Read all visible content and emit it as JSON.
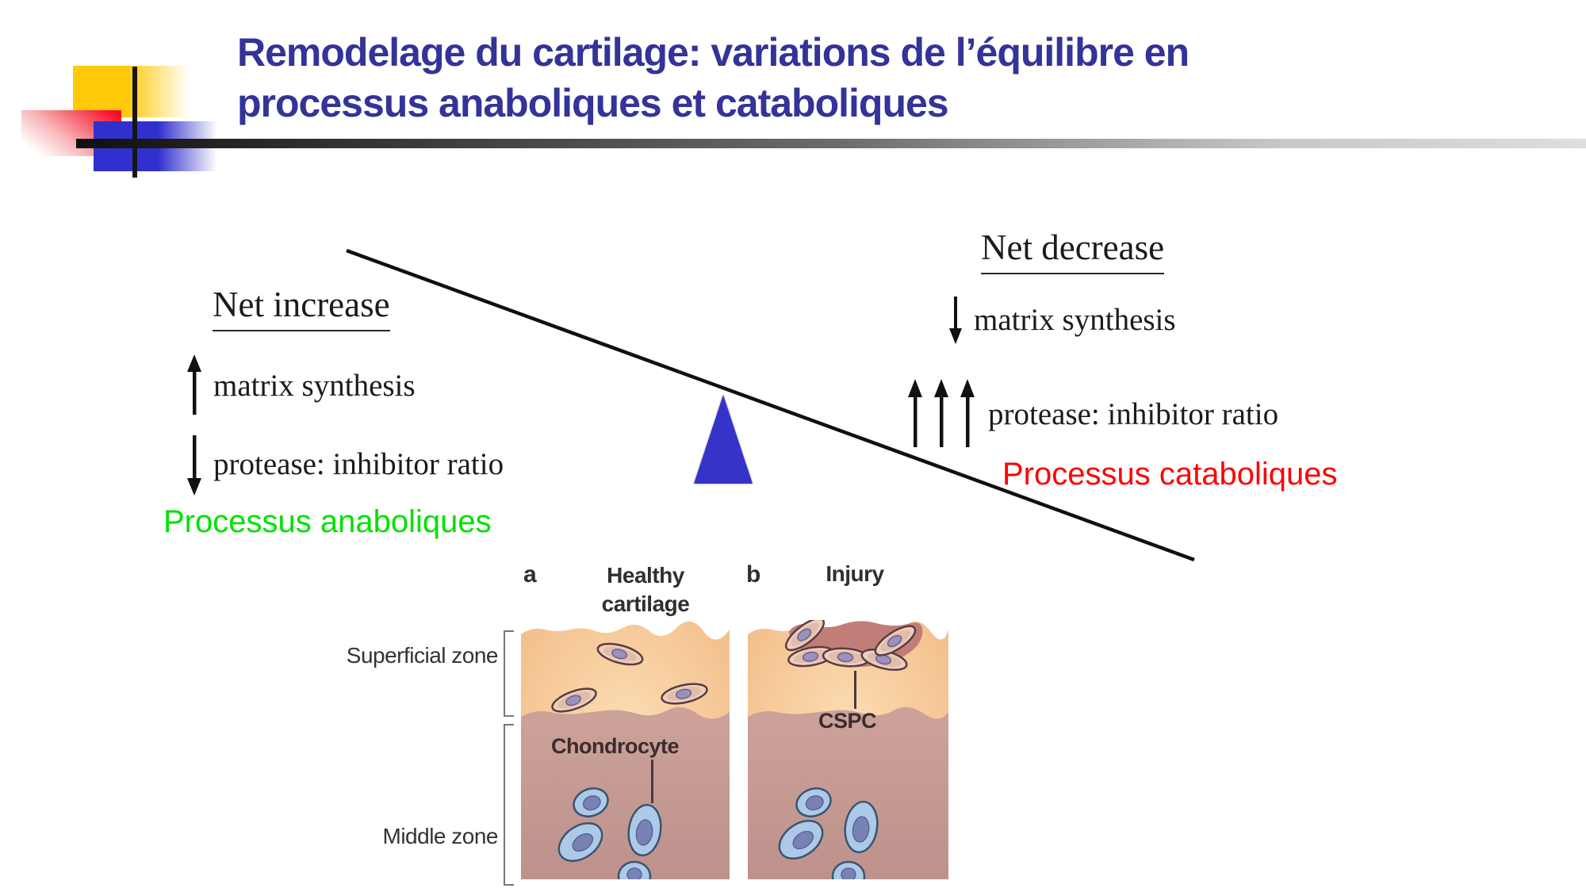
{
  "slide": {
    "title_lines": [
      "Remodelage du cartilage: variations de l’équilibre en",
      "processus anaboliques et cataboliques"
    ],
    "title_color": "#333399",
    "background": "#FFFFFF"
  },
  "balance": {
    "left": {
      "heading": "Net increase",
      "items": [
        {
          "icon": "up-arrow",
          "label": "matrix synthesis"
        },
        {
          "icon": "down-arrow",
          "label": "protease: inhibitor ratio"
        }
      ],
      "caption": "Processus anaboliques",
      "caption_color": "#00E100"
    },
    "right": {
      "heading": "Net decrease",
      "items": [
        {
          "icon": "down-arrow",
          "label": "matrix synthesis"
        },
        {
          "icon": "triple-up-arrow",
          "label": "protease: inhibitor ratio"
        }
      ],
      "caption": "Processus cataboliques",
      "caption_color": "#FF0000"
    },
    "fulcrum_color": "#3633CB",
    "beam_color": "#101010"
  },
  "figure": {
    "panels": [
      {
        "letter": "a",
        "title": "Healthy cartilage"
      },
      {
        "letter": "b",
        "title": "Injury"
      }
    ],
    "zone_labels": [
      "Superficial zone",
      "Middle zone"
    ],
    "annotations": [
      "Chondrocyte",
      "CSPC"
    ],
    "colors": {
      "superficial_zone": "#F6C897",
      "middle_zone": "#C59A93",
      "injury_region": "#C17E78",
      "chondrocyte_cell": "#ACCAE8",
      "progenitor_cell": "#EBD0BC"
    }
  }
}
